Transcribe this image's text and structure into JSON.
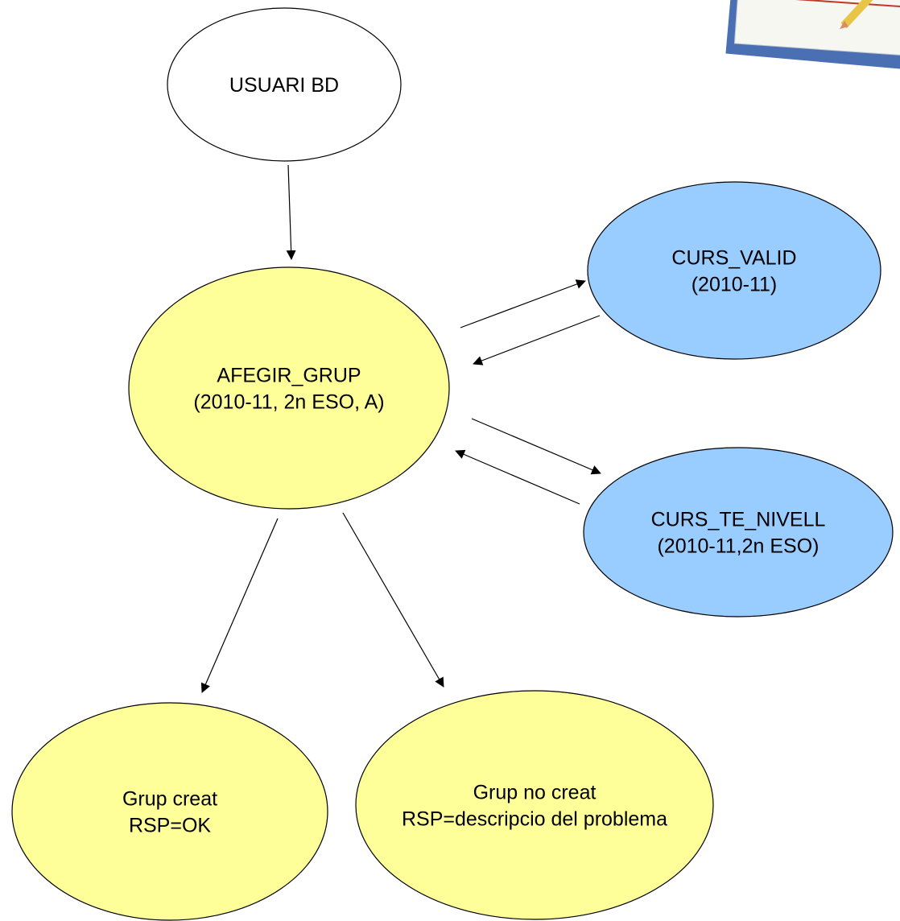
{
  "diagram": {
    "nodes": [
      {
        "id": "usuari-bd",
        "lines": [
          "USUARI BD"
        ],
        "fill": "#ffffff"
      },
      {
        "id": "afegir-grup",
        "lines": [
          "AFEGIR_GRUP",
          "(2010-11, 2n ESO, A)"
        ],
        "fill": "#ffff99"
      },
      {
        "id": "curs-valid",
        "lines": [
          "CURS_VALID",
          "(2010-11)"
        ],
        "fill": "#99ccff"
      },
      {
        "id": "curs-te-nivell",
        "lines": [
          "CURS_TE_NIVELL",
          "(2010-11,2n ESO)"
        ],
        "fill": "#99ccff"
      },
      {
        "id": "grup-creat",
        "lines": [
          "Grup creat",
          "RSP=OK"
        ],
        "fill": "#ffff99"
      },
      {
        "id": "grup-no-creat",
        "lines": [
          "Grup no creat",
          "RSP=descripcio del problema"
        ],
        "fill": "#ffff99"
      }
    ],
    "edges": [
      {
        "from": "usuari-bd",
        "to": "afegir-grup"
      },
      {
        "from": "afegir-grup",
        "to": "curs-valid"
      },
      {
        "from": "curs-valid",
        "to": "afegir-grup"
      },
      {
        "from": "afegir-grup",
        "to": "curs-te-nivell"
      },
      {
        "from": "curs-te-nivell",
        "to": "afegir-grup"
      },
      {
        "from": "afegir-grup",
        "to": "grup-creat"
      },
      {
        "from": "afegir-grup",
        "to": "grup-no-creat"
      }
    ],
    "stroke_color": "#000000",
    "decoration_icon": "notebook-pencil-icon"
  }
}
